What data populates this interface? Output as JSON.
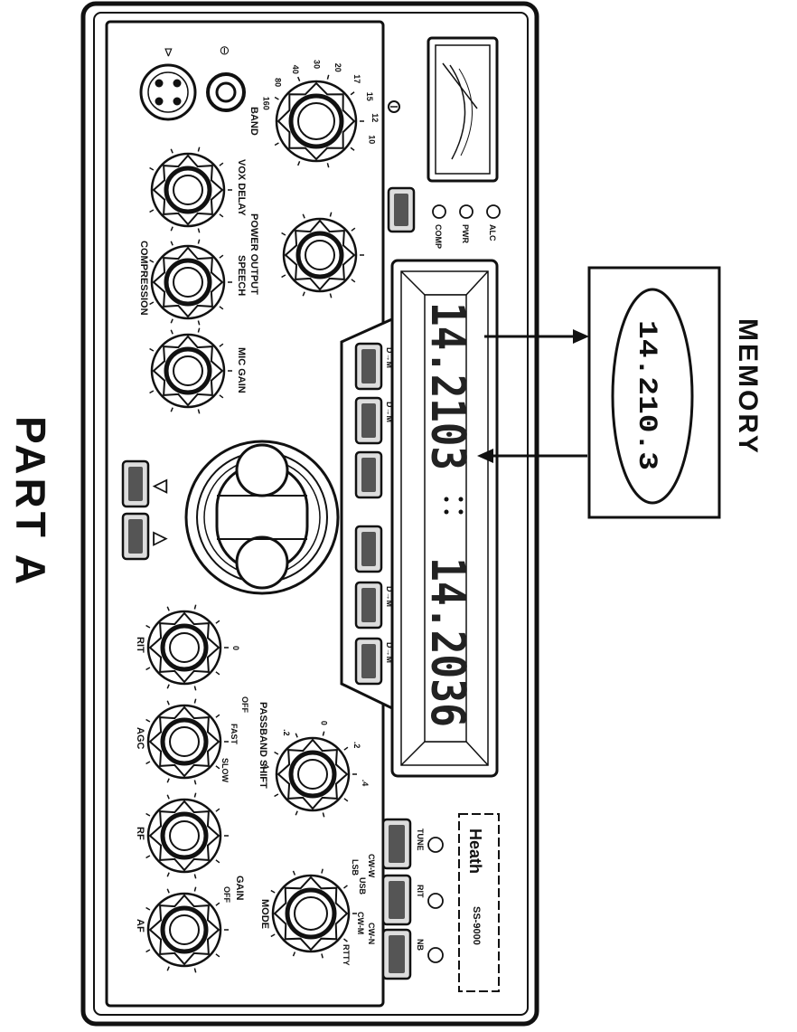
{
  "title": "PART A",
  "memory": {
    "label": "MEMORY",
    "value": "14.210.3"
  },
  "display": {
    "main_freq": "14.2103",
    "sub_freq": "14.2036"
  },
  "brand": {
    "name": "Heath",
    "model": "SS-9000"
  },
  "meters": {
    "alc": "ALC",
    "pwr": "PWR",
    "comp": "COMP"
  },
  "knobs": {
    "band": "BAND",
    "power_output": "POWER OUTPUT",
    "vox_delay": "VOX DELAY",
    "speech": "SPEECH",
    "mic_gain": "MIC GAIN",
    "compression": "COMPRESSION",
    "rit": "RIT",
    "agc": "AGC",
    "rf": "RF",
    "af": "AF",
    "gain": "GAIN",
    "passband_shift": "PASSBAND SHIFT",
    "mode": "MODE"
  },
  "band_ticks": [
    "160",
    "80",
    "40",
    "30",
    "20",
    "17",
    "15",
    "12",
    "10"
  ],
  "agc_ticks": [
    "OFF",
    "FAST",
    "SLOW"
  ],
  "mode_ticks": [
    "LSB",
    "USB",
    "CW-W",
    "CW-N",
    "RTTY",
    "CW-M"
  ],
  "af_ticks": [
    "OFF"
  ],
  "passband_ticks": [
    ".4",
    ".2",
    "0",
    ".2",
    ".4"
  ],
  "rit_ticks": [
    "0"
  ],
  "vfo_buttons": [
    "D→M",
    "D→M",
    "",
    "",
    "D→M",
    "D→M"
  ],
  "right_buttons": [
    "TUNE",
    "RIT",
    "NB"
  ],
  "tuning_arrows": {
    "up": "▽",
    "down": "△"
  }
}
